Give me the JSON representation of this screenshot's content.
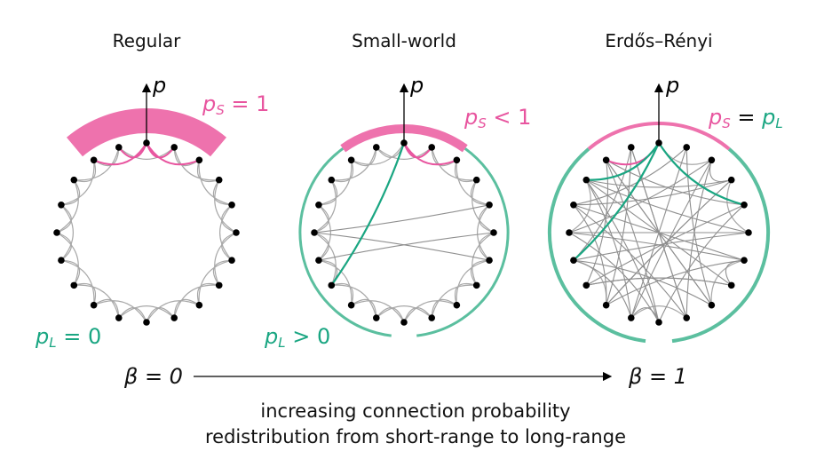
{
  "colors": {
    "short": "#e8559f",
    "short_band": "#ee72ad",
    "long": "#1aa682",
    "long_ring": "#5bbf9f",
    "edge": "#9a9a9a",
    "node": "#000000"
  },
  "network": {
    "node_count": 20,
    "neighbors": 2
  },
  "panels": [
    {
      "title": "Regular",
      "p_label": "p",
      "ps_label": "p",
      "ps_sub": "S",
      "ps_rel": " = 1",
      "pl_label": "p",
      "pl_sub": "L",
      "pl_rel": " = 0",
      "p_short": 1,
      "long_edges": [],
      "highlight_short": [
        [
          0,
          1
        ],
        [
          0,
          2
        ],
        [
          0,
          19
        ],
        [
          0,
          18
        ]
      ],
      "highlight_long": []
    },
    {
      "title": "Small-world",
      "p_label": "p",
      "ps_label": "p",
      "ps_sub": "S",
      "ps_rel": " < 1",
      "pl_label": "p",
      "pl_sub": "L",
      "pl_rel": " > 0",
      "p_short": 0.7,
      "long_edges": [
        [
          5,
          14
        ],
        [
          6,
          15
        ],
        [
          4,
          15
        ]
      ],
      "highlight_short": [
        [
          0,
          2
        ],
        [
          0,
          1
        ]
      ],
      "highlight_long": [
        [
          0,
          13
        ]
      ]
    },
    {
      "title": "Erdős–Rényi",
      "p_label": "p",
      "ps_label": "p",
      "ps_sub": "S",
      "ps_rel": " = ",
      "pl_label": "p",
      "pl_sub": "L",
      "pl_rel": "",
      "p_short": 0.2,
      "long_edges": [
        [
          1,
          11
        ],
        [
          1,
          8
        ],
        [
          2,
          15
        ],
        [
          2,
          9
        ],
        [
          3,
          16
        ],
        [
          3,
          12
        ],
        [
          4,
          13
        ],
        [
          4,
          10
        ],
        [
          5,
          17
        ],
        [
          5,
          14
        ],
        [
          6,
          15
        ],
        [
          6,
          12
        ],
        [
          7,
          17
        ],
        [
          7,
          13
        ],
        [
          8,
          14
        ],
        [
          8,
          18
        ],
        [
          9,
          16
        ],
        [
          9,
          19
        ],
        [
          10,
          15
        ],
        [
          10,
          18
        ],
        [
          11,
          17
        ],
        [
          12,
          16
        ],
        [
          13,
          18
        ],
        [
          14,
          19
        ],
        [
          15,
          5
        ],
        [
          16,
          6
        ],
        [
          17,
          3
        ],
        [
          18,
          8
        ],
        [
          19,
          9
        ],
        [
          11,
          2
        ],
        [
          12,
          3
        ],
        [
          13,
          7
        ],
        [
          14,
          11
        ],
        [
          16,
          1
        ],
        [
          17,
          10
        ],
        [
          18,
          4
        ],
        [
          19,
          12
        ],
        [
          2,
          3
        ],
        [
          10,
          11
        ],
        [
          6,
          7
        ]
      ],
      "highlight_short": [
        [
          0,
          18
        ]
      ],
      "highlight_long": [
        [
          0,
          17
        ],
        [
          0,
          14
        ],
        [
          0,
          4
        ]
      ]
    }
  ],
  "axis": {
    "left_label": "β = 0",
    "right_label": "β = 1"
  },
  "caption": [
    "increasing connection probability",
    "redistribution from short-range to long-range"
  ]
}
